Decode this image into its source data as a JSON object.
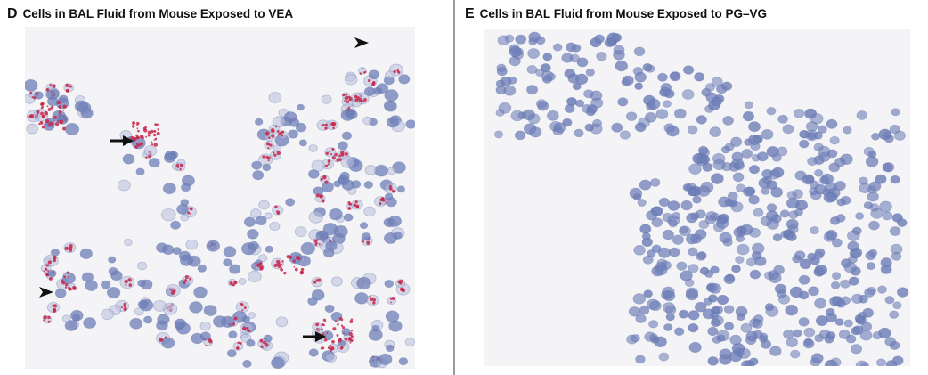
{
  "panels": [
    {
      "letter": "D",
      "title": "Cells in BAL Fluid from Mouse Exposed to VEA",
      "image_description_icon": "micrograph-image",
      "annotations": [
        "arrow",
        "arrow",
        "arrowhead",
        "arrowhead"
      ]
    },
    {
      "letter": "E",
      "title": "Cells in BAL Fluid from Mouse Exposed to PG–VG",
      "image_description_icon": "micrograph-image"
    }
  ],
  "colors": {
    "cell_blue": "#6f7fb8",
    "cell_pale": "#b9bfdc",
    "lipid_red": "#c8264a",
    "background": "#f4f4f6",
    "divider": "#9a9a9a"
  }
}
